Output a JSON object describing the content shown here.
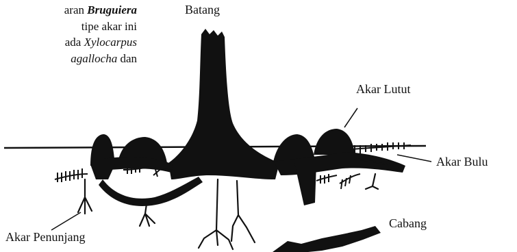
{
  "paragraph": {
    "line1": {
      "normal": "aran ",
      "italic": "Bruguiera"
    },
    "line2": {
      "normal": "tipe akar ini"
    },
    "line3": {
      "normal": "ada ",
      "italic": "Xylocarpus"
    },
    "line4": {
      "italic": "agallocha",
      "normal": " dan"
    }
  },
  "labels": {
    "batang": "Batang",
    "akar_lutut": "Akar Lutut",
    "akar_bulu": "Akar Bulu",
    "akar_penunjang": "Akar Penunjang",
    "cabang": "Cabang"
  },
  "colors": {
    "ink": "#111111",
    "paper": "#ffffff"
  }
}
